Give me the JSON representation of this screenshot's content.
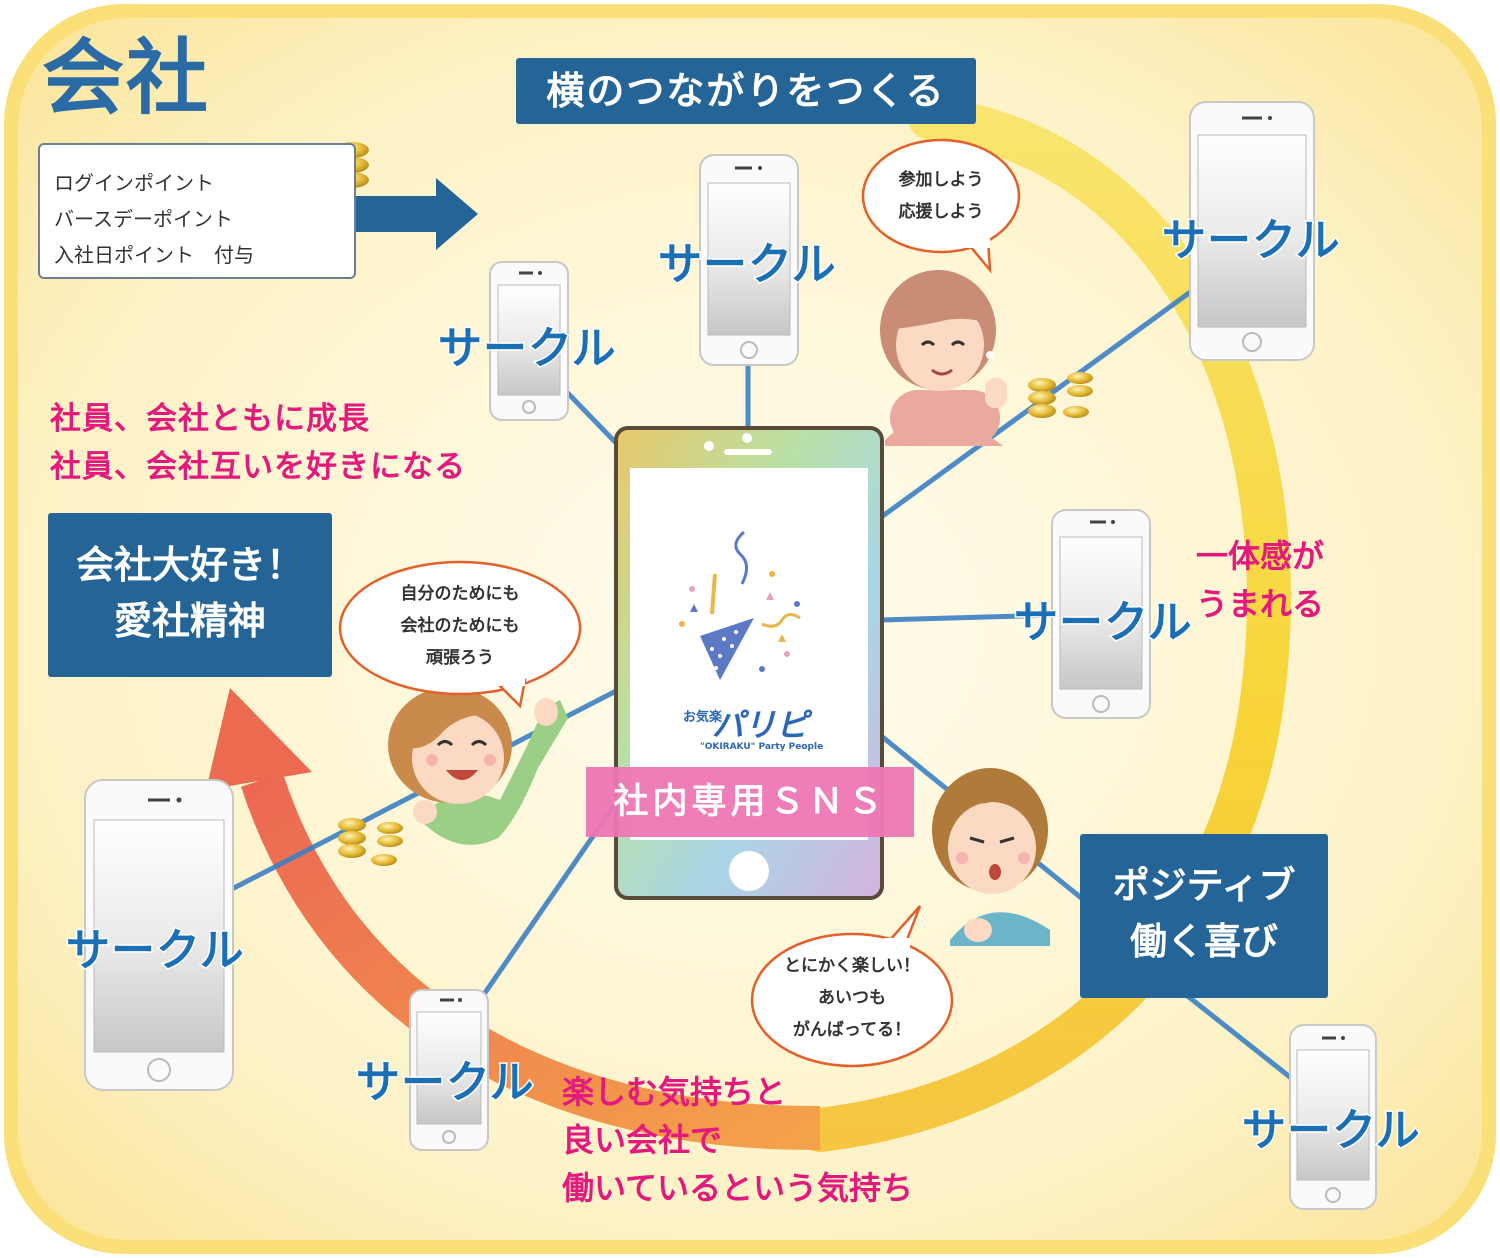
{
  "title": "会社",
  "points_box": {
    "lines": [
      "ログインポイント",
      "バースデーポイント",
      "入社日ポイント　付与"
    ]
  },
  "banner_top": "横のつながりをつくる",
  "banner_left": {
    "line1": "会社大好き！",
    "line2": "愛社精神"
  },
  "banner_right": {
    "line1": "ポジティブ",
    "line2": "働く喜び"
  },
  "growth_text": {
    "line1": "社員、会社ともに成長",
    "line2": "社員、会社互いを好きになる"
  },
  "unity_text": {
    "line1": "一体感が",
    "line2": "うまれる"
  },
  "enjoy_text": {
    "line1": "楽しむ気持ちと",
    "line2": "良い会社で",
    "line3": "働いているという気持ち"
  },
  "circle_label": "サークル",
  "bubbles": {
    "top": {
      "line1": "参加しよう",
      "line2": "応援しよう"
    },
    "left": {
      "line1": "自分のためにも",
      "line2": "会社のためにも",
      "line3": "頑張ろう"
    },
    "bottom": {
      "line1": "とにかく楽しい！",
      "line2": "あいつも",
      "line3": "がんばってる！"
    }
  },
  "center_phone": {
    "logo_small": "お気楽",
    "logo_main": "パリピ",
    "logo_sub": "\"OKIRAKU\" Party People",
    "label": "社内専用ＳＮＳ"
  },
  "colors": {
    "banner": "#256496",
    "pink_text": "#e4197d",
    "circle_blue": "#1b6fb4",
    "connector": "#3b7fc4",
    "ring_yellow": "#f7d83a",
    "arrow_red": "#ec6a4f",
    "background": "#fdf3c8"
  }
}
